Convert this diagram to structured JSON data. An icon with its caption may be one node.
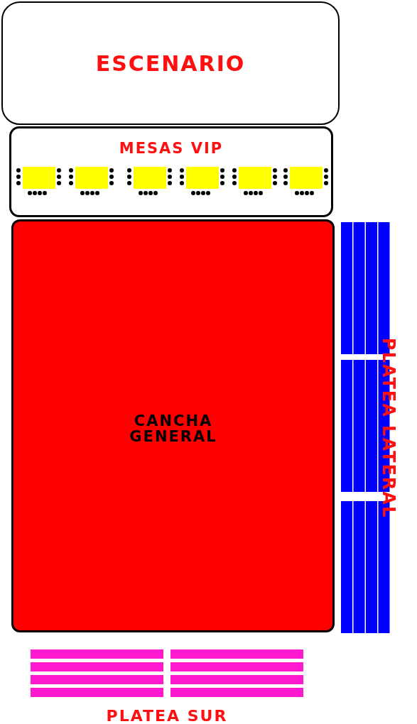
{
  "diagram": {
    "nodes": [
      {
        "text": [
          "ESCENARIO"
        ]
      },
      {
        "text": [
          "MESAS VIP"
        ]
      },
      {
        "text": [],
        "shape": "box",
        "in": 1
      },
      {
        "text": [],
        "shape": "box",
        "in": 1
      },
      {
        "text": [],
        "shape": "box",
        "in": 1
      },
      {
        "text": [],
        "shape": "box",
        "in": 1
      },
      {
        "text": [],
        "shape": "box",
        "in": 1
      },
      {
        "text": [],
        "shape": "box",
        "in": 1
      },
      {
        "text": [
          "CANCHA GENERAL"
        ]
      },
      {
        "text": [
          "PLATEA LATERAL"
        ]
      },
      {
        "text": [
          "PLATEA SUR"
        ]
      }
    ]
  }
}
